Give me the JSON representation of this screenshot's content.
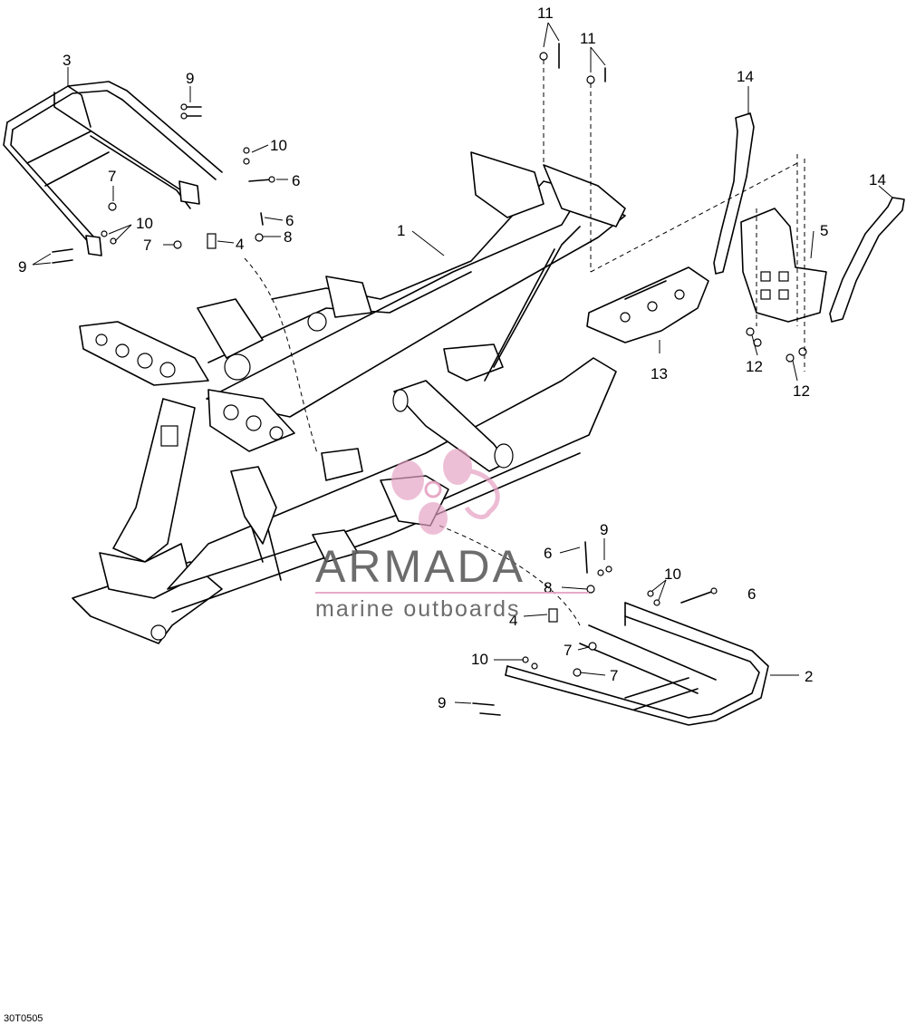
{
  "callouts": {
    "c1": "1",
    "c2": "2",
    "c3": "3",
    "c4_upper": "4",
    "c4_lower": "4",
    "c5": "5",
    "c6_upper_a": "6",
    "c6_upper_b": "6",
    "c6_lower_a": "6",
    "c6_lower_b": "6",
    "c7_upper_a": "7",
    "c7_upper_b": "7",
    "c7_lower_a": "7",
    "c7_lower_b": "7",
    "c8_upper": "8",
    "c8_lower": "8",
    "c9_upper_a": "9",
    "c9_upper_b": "9",
    "c9_lower_a": "9",
    "c9_lower_b": "9",
    "c10_upper_a": "10",
    "c10_upper_b": "10",
    "c10_lower_a": "10",
    "c10_lower_b": "10",
    "c11_a": "11",
    "c11_b": "11",
    "c12_a": "12",
    "c12_b": "12",
    "c13": "13",
    "c14_a": "14",
    "c14_b": "14"
  },
  "drawing_code": "30T0505",
  "watermark": {
    "brand": "ARMADA",
    "tagline": "marine outboards",
    "brand_color": "#5d5d5d",
    "logo_color": "#e6a1c3"
  }
}
